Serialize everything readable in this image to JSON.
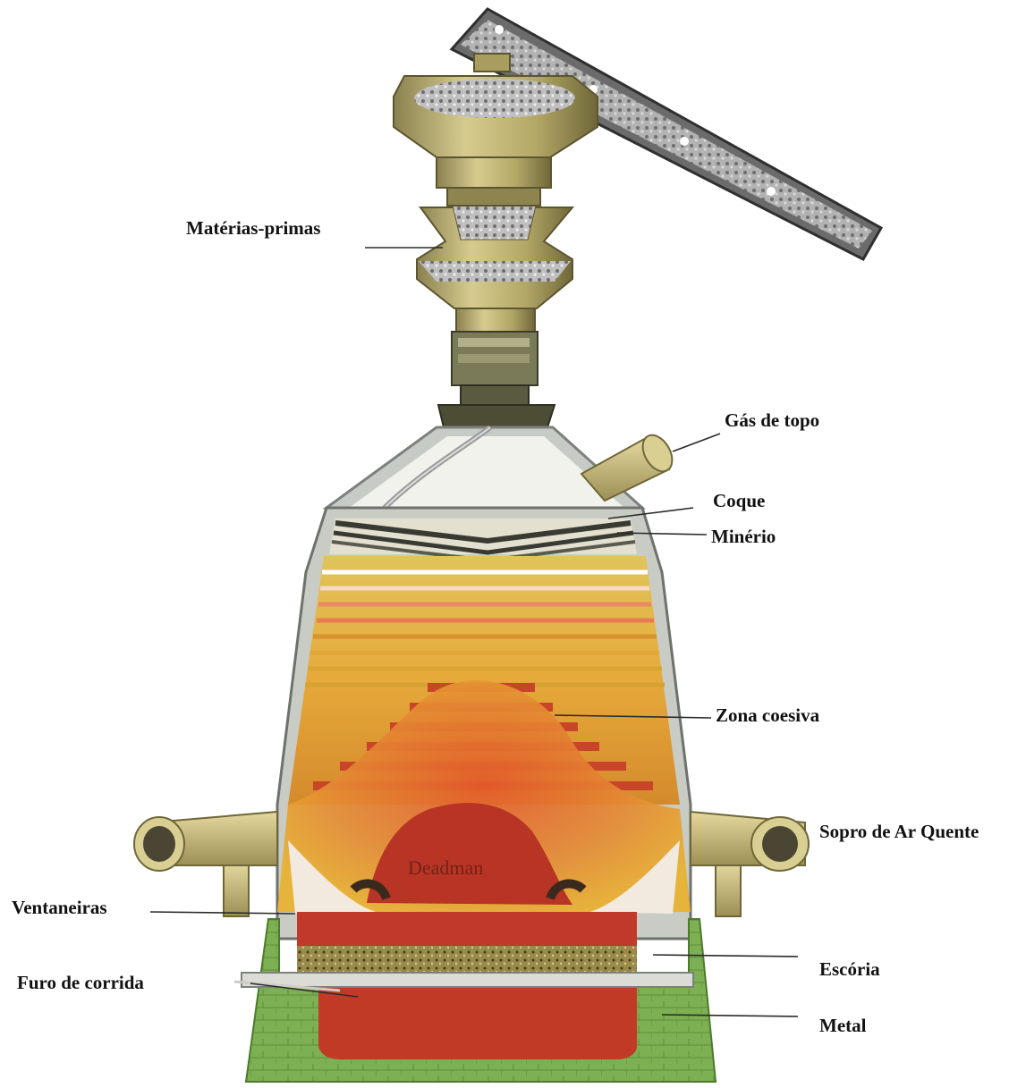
{
  "labels": {
    "materias_primas": "Matérias-primas",
    "gas_de_topo": "Gás de topo",
    "coque": "Coque",
    "minerio": "Minério",
    "zona_coesiva": "Zona coesiva",
    "sopro_de_ar_quente": "Sopro de Ar Quente",
    "ventaneiras": "Ventaneiras",
    "escoria": "Escória",
    "furo_de_corrida": "Furo de corrida",
    "metal": "Metal",
    "deadman": "Deadman"
  },
  "colors": {
    "hopper": "#b9ac6e",
    "hopper_dark": "#7d7445",
    "shell": "#c9ccc4",
    "furnace_yellow": "#e8b72c",
    "furnace_orange": "#d8702a",
    "stripe_red": "#c9452a",
    "deadman_red": "#b83424",
    "slag": "#8f7d42",
    "metal_red": "#c13a25",
    "base_green": "#7db052",
    "coke_dark": "#3a3a34"
  }
}
